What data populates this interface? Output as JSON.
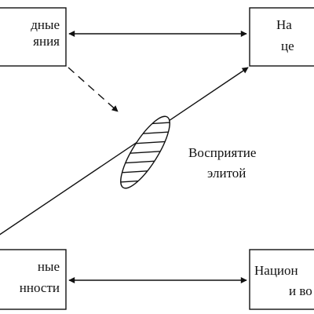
{
  "boxes": {
    "top_left": {
      "lines": [
        "дные",
        "яния"
      ]
    },
    "top_right": {
      "lines": [
        "На",
        "це"
      ]
    },
    "bottom_left": {
      "lines": [
        "ные",
        "нности"
      ]
    },
    "bottom_right": {
      "lines": [
        "Национ",
        "и во"
      ]
    }
  },
  "perception_label": [
    "Восприятие",
    "элитой"
  ],
  "colors": {
    "ink": "#111111",
    "background": "#ffffff"
  }
}
